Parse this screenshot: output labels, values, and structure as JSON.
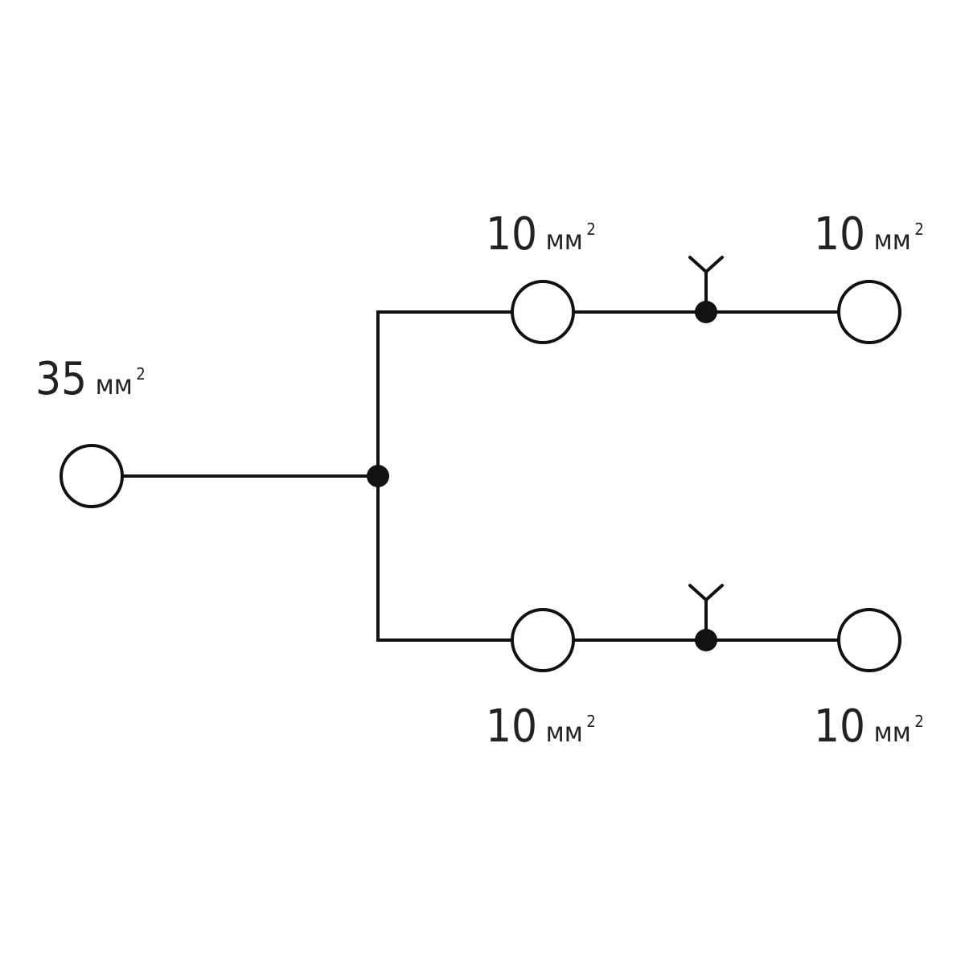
{
  "labels": {
    "input_cross_section": {
      "value": "35",
      "unit": "мм",
      "power": "2"
    },
    "top_left_cross_section": {
      "value": "10",
      "unit": "мм",
      "power": "2"
    },
    "top_right_cross_section": {
      "value": "10",
      "unit": "мм",
      "power": "2"
    },
    "bottom_left_cross_section": {
      "value": "10",
      "unit": "мм",
      "power": "2"
    },
    "bottom_right_cross_section": {
      "value": "10",
      "unit": "мм",
      "power": "2"
    }
  },
  "colors": {
    "line": "#111111",
    "background": "#ffffff",
    "text": "#222222"
  },
  "symbols": {
    "terminal": "terminal-circle-icon",
    "junction": "junction-dot-icon",
    "ground": "ground-tap-icon"
  }
}
